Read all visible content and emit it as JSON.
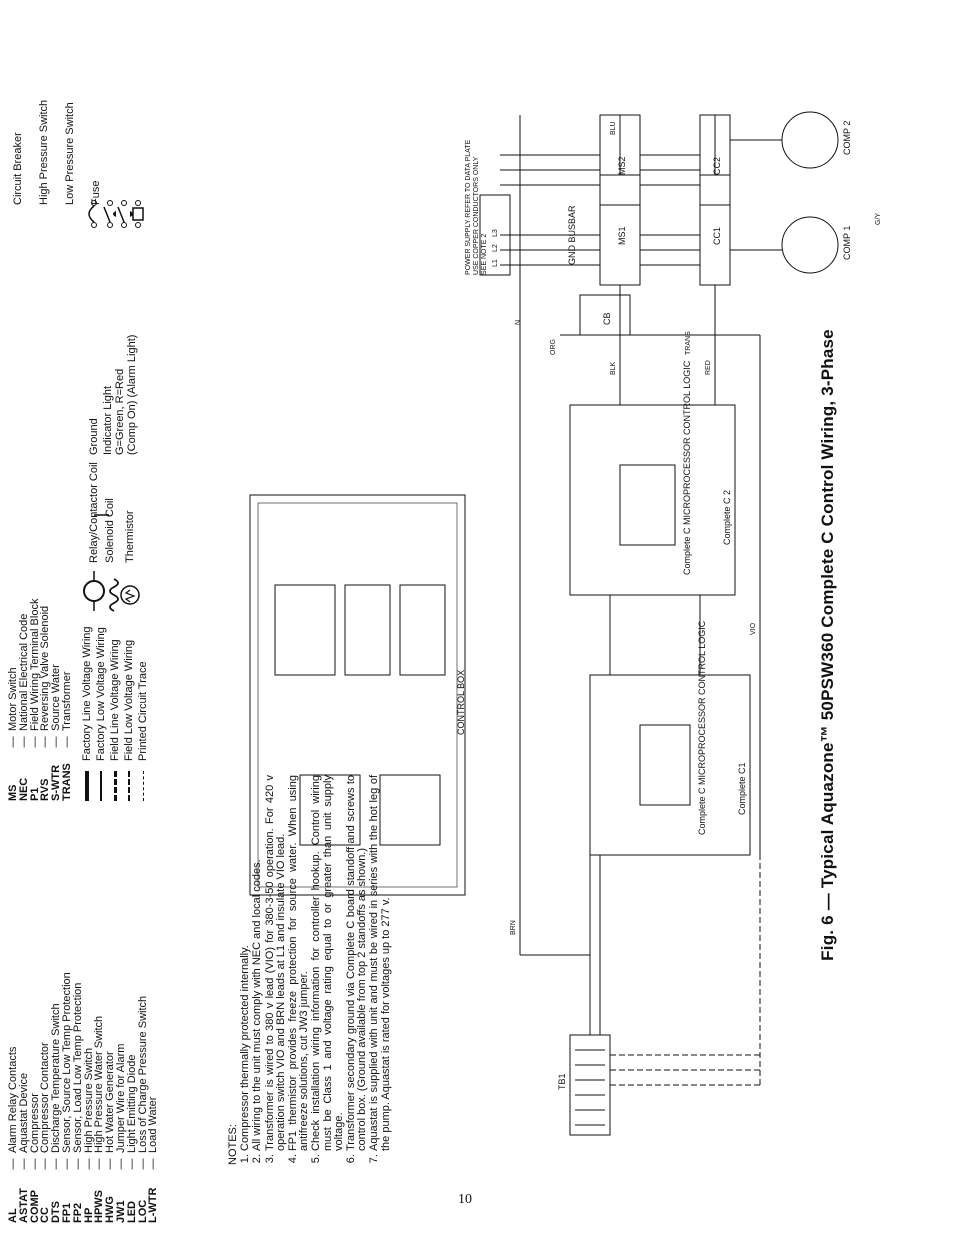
{
  "figure_title": "Fig. 6 — Typical Aquazone™ 50PSW360 Complete C Control Wiring, 3-Phase",
  "page_number": "10",
  "legend_abbrev": [
    {
      "abbr": "AL",
      "desc": "Alarm Relay Contacts"
    },
    {
      "abbr": "ASTAT",
      "desc": "Aquastat Device"
    },
    {
      "abbr": "COMP",
      "desc": "Compressor"
    },
    {
      "abbr": "CC",
      "desc": "Compressor Contactor"
    },
    {
      "abbr": "DTS",
      "desc": "Discharge Temperature Switch"
    },
    {
      "abbr": "FP1",
      "desc": "Sensor, Source Low Temp Protection"
    },
    {
      "abbr": "FP2",
      "desc": "Sensor, Load Low Temp Protection"
    },
    {
      "abbr": "HP",
      "desc": "High Pressure Switch"
    },
    {
      "abbr": "HPWS",
      "desc": "High Pressure Water Switch"
    },
    {
      "abbr": "HWG",
      "desc": "Hot Water Generator"
    },
    {
      "abbr": "JW1",
      "desc": "Jumper Wire for Alarm"
    },
    {
      "abbr": "LED",
      "desc": "Light Emitting Diode"
    },
    {
      "abbr": "LOC",
      "desc": "Loss of Charge Pressure Switch"
    },
    {
      "abbr": "L-WTR",
      "desc": "Load Water"
    }
  ],
  "legend_abbrev_2": [
    {
      "abbr": "MS",
      "desc": "Motor Switch"
    },
    {
      "abbr": "NEC",
      "desc": "National Electrical Code"
    },
    {
      "abbr": "P1",
      "desc": "Field Wiring Terminal Block"
    },
    {
      "abbr": "RVS",
      "desc": "Reversing Valve Solenoid"
    },
    {
      "abbr": "S-WTR",
      "desc": "Source Water"
    },
    {
      "abbr": "TRANS",
      "desc": "Transformer"
    }
  ],
  "line_key": [
    {
      "desc": "Factory Line Voltage Wiring"
    },
    {
      "desc": "Factory Low Voltage Wiring"
    },
    {
      "desc": "Field Line Voltage Wiring"
    },
    {
      "desc": "Field Low Voltage Wiring"
    },
    {
      "desc": "Printed Circuit Trace"
    }
  ],
  "symbol_legend": [
    {
      "desc": "Relay/Contactor Coil"
    },
    {
      "desc": "Solenoid Coil"
    },
    {
      "desc": "Thermistor"
    },
    {
      "desc": "Ground"
    },
    {
      "desc": "Indicator Light"
    },
    {
      "desc": "G=Green, R=Red"
    },
    {
      "desc": "(Comp On) (Alarm Light)"
    },
    {
      "desc": "Circuit Breaker"
    },
    {
      "desc": "High Pressure Switch"
    },
    {
      "desc": "Low Pressure Switch"
    },
    {
      "desc": "Fuse"
    }
  ],
  "notes_heading": "NOTES:",
  "notes": [
    "Compressor thermally protected internally.",
    "All wiring to the unit must comply with NEC and local codes.",
    "Transformer is wired to 380 v lead (VIO) for 380-3-50 operation. For 420 v operation switch VIO and BRN leads at L1 and insulate VIO lead.",
    "FP1 thermistor provides freeze protection for source water. When using antifreeze solutions, cut JW3 jumper.",
    "Check installation wiring information for controller hookup. Control wiring must be Class 1 and voltage rating equal to or greater than unit supply voltage.",
    "Transformer secondary ground via Complete C board standoff and screws to control box. (Ground available from top 2 standoffs as shown.)",
    "Aquastat is supplied with unit and must be wired in series with the hot leg of the pump. Aquastat is rated for voltages up to 277 v."
  ],
  "diagram": {
    "control_box": "CONTROL BOX",
    "tb1": "TB1",
    "board_1": "Complete C MICROPROCESSOR CONTROL LOGIC",
    "board_1_name": "Complete C1",
    "board_2": "Complete C MICROPROCESSOR CONTROL LOGIC",
    "board_2_name": "Complete C 2",
    "ms1": "MS1",
    "ms2": "MS2",
    "cc1": "CC1",
    "cc2": "CC2",
    "cb": "CB",
    "comp1": "COMP 1",
    "comp2": "COMP 2",
    "gnd_busbar": "GND BUSBAR",
    "power_supply": "POWER SUPPLY REFER TO DATA PLATE",
    "power_supply_2": "USE COPPER CONDUCTORS ONLY",
    "power_supply_3": "SEE NOTE 2",
    "wire_blk": "BLK",
    "wire_red": "RED",
    "wire_blu": "BLU",
    "wire_brn": "BRN",
    "wire_vio": "VIO",
    "wire_org": "ORG",
    "wire_gy": "G/Y",
    "trans": "TRANS",
    "neutral": "N",
    "phases": [
      "L1",
      "L2",
      "L3"
    ]
  }
}
